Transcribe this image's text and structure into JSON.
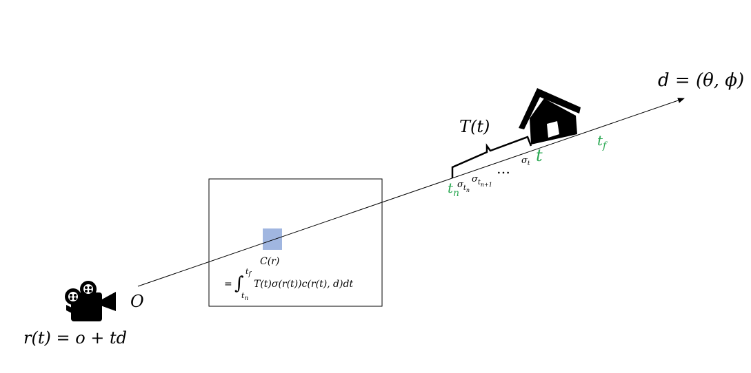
{
  "ray": {
    "origin_label": "O",
    "equation": "r(t) = o + td",
    "direction_label": "d = (θ, ϕ)"
  },
  "image_plane": {
    "pixel_label": "C(r)",
    "integral": {
      "prefix": "=",
      "integral_sign": "∫",
      "upper_limit_base": "t",
      "upper_limit_sub": "f",
      "lower_limit_base": "t",
      "lower_limit_sub": "n",
      "integrand": "T(t)σ(r(t))c(r(t), d)dt"
    }
  },
  "samples": {
    "near_base": "t",
    "near_sub": "n",
    "sample_t": "t",
    "far_base": "t",
    "far_sub": "f",
    "sigma_symbol": "σ",
    "sigma_tn_sub_base": "t",
    "sigma_tn_sub_sub": "n",
    "sigma_tn1_sub_base": "t",
    "sigma_tn1_sub_sub": "n+1",
    "sigma_t_sub": "t",
    "ellipsis": "…",
    "transmittance_label": "T(t)"
  },
  "icons": {
    "camera": "movie-camera-icon",
    "house": "house-icon"
  },
  "colors": {
    "line": "#000000",
    "accent_green": "#2aa852",
    "pixel_blue": "#a0b6e0"
  }
}
